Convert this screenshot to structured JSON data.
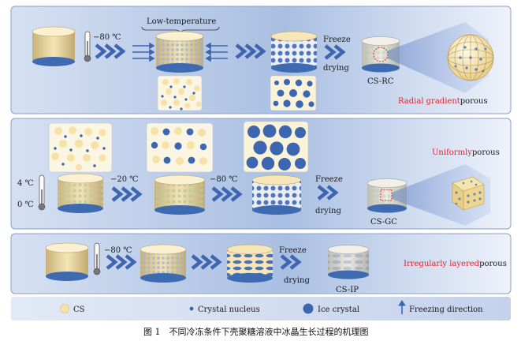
{
  "caption": "图 1　不同冷冻条件下壳聚糖溶液中冰晶生长过程的机理图",
  "row1": {
    "temp": "−80 ℃",
    "low_temp_label": "Low-temperature",
    "freeze": "Freeze",
    "drying": "drying",
    "sample": "CS-RC",
    "porous_red": "Radial gradient",
    "porous_black": "porous"
  },
  "row2": {
    "temp_top": "4 ℃",
    "temp_bottom": "0 ℃",
    "temp_mid": "−20 ℃",
    "temp_last": "−80 ℃",
    "freeze": "Freeze",
    "drying": "drying",
    "sample": "CS-GC",
    "porous_red": "Uniformly",
    "porous_black": "porous"
  },
  "row3": {
    "temp": "−80 ℃",
    "freeze": "Freeze",
    "drying": "drying",
    "sample": "CS-IP",
    "porous_red": "Irregularly layered",
    "porous_black": "porous"
  },
  "legend": {
    "cs": "CS",
    "nucleus": "Crystal nucleus",
    "ice": "Ice crystal",
    "direction": "Freezing direction"
  },
  "colors": {
    "cs": "#f6e6b8",
    "nucleus": "#3c63a8",
    "ice": "#3d66b0",
    "accent_red": "#e8232b",
    "panel_light": "#d8e1f1"
  }
}
